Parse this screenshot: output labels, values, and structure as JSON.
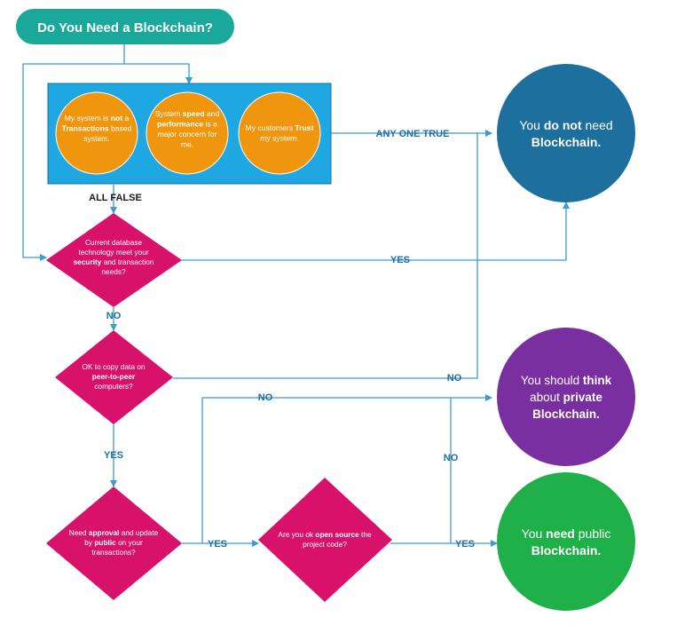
{
  "title": "Do You Need a Blockchain?",
  "colors": {
    "teal": "#1aa89a",
    "blue_box": "#1ea7e0",
    "orange": "#f0960e",
    "magenta": "#d8116a",
    "dark_blue": "#1d6f9e",
    "purple": "#7a2fa0",
    "green": "#1fb04a",
    "arrow": "#3a9bd6",
    "label": "#1d6f9e"
  },
  "conditions": [
    [
      "My system is ",
      {
        "b": "not"
      },
      " a"
    ],
    [
      {
        "b": "Transactions"
      },
      " based"
    ],
    [
      "system."
    ]
  ],
  "condition_1_lines": [
    [
      [
        "My system is ",
        ""
      ],
      [
        "not",
        "b"
      ],
      [
        " a",
        ""
      ]
    ],
    [
      [
        "Transactions",
        "b"
      ],
      [
        " based",
        ""
      ]
    ],
    [
      [
        "system.",
        ""
      ]
    ]
  ],
  "condition_2_lines": [
    [
      [
        "System ",
        ""
      ],
      [
        "speed",
        "b"
      ],
      [
        " and",
        ""
      ]
    ],
    [
      [
        "performance",
        "b"
      ],
      [
        " is a",
        ""
      ]
    ],
    [
      [
        "major concern for",
        ""
      ]
    ],
    [
      [
        "me.",
        ""
      ]
    ]
  ],
  "condition_3_lines": [
    [
      [
        "My customers ",
        ""
      ],
      [
        "Trust",
        "b"
      ]
    ],
    [
      [
        "my system.",
        ""
      ]
    ]
  ],
  "decision_1_lines": [
    [
      [
        "Current database",
        ""
      ]
    ],
    [
      [
        "technology meet your",
        ""
      ]
    ],
    [
      [
        "security",
        "b"
      ],
      [
        " and transaction",
        ""
      ]
    ],
    [
      [
        "needs?",
        ""
      ]
    ]
  ],
  "decision_2_lines": [
    [
      [
        "OK to copy data on",
        ""
      ]
    ],
    [
      [
        "peer-to-peer",
        "b"
      ]
    ],
    [
      [
        "computers?",
        ""
      ]
    ]
  ],
  "decision_3_lines": [
    [
      [
        "Need ",
        ""
      ],
      [
        "approval",
        "b"
      ],
      [
        " and update",
        ""
      ]
    ],
    [
      [
        "by ",
        ""
      ],
      [
        "public",
        "b"
      ],
      [
        " on your",
        ""
      ]
    ],
    [
      [
        "transactions?",
        ""
      ]
    ]
  ],
  "decision_4_lines": [
    [
      [
        "Are you ok ",
        ""
      ],
      [
        "open source",
        "b"
      ],
      [
        " the",
        ""
      ]
    ],
    [
      [
        "project code?",
        ""
      ]
    ]
  ],
  "outcome_1_lines": [
    [
      [
        "You ",
        ""
      ],
      [
        "do not",
        "b"
      ],
      [
        " need",
        ""
      ]
    ],
    [
      [
        "Blockchain.",
        "b"
      ]
    ]
  ],
  "outcome_2_lines": [
    [
      [
        "You should ",
        ""
      ],
      [
        "think",
        "b"
      ]
    ],
    [
      [
        "about ",
        ""
      ],
      [
        "private",
        "b"
      ]
    ],
    [
      [
        "Blockchain.",
        "b"
      ]
    ]
  ],
  "outcome_3_lines": [
    [
      [
        "You ",
        ""
      ],
      [
        "need",
        "b"
      ],
      [
        " public",
        ""
      ]
    ],
    [
      [
        "Blockchain.",
        "b"
      ]
    ]
  ],
  "labels": {
    "any_one_true": "ANY ONE TRUE",
    "all_false": "ALL FALSE",
    "yes_security": "YES",
    "no_security": "NO",
    "no_peer": "NO",
    "yes_peer": "YES",
    "no_approval": "NO",
    "yes_approval": "YES",
    "no_open_source": "NO",
    "yes_open_source": "YES"
  }
}
